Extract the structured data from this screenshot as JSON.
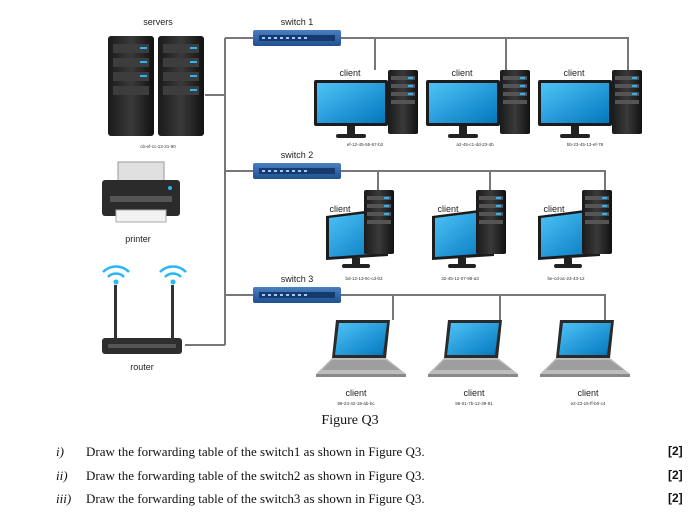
{
  "labels": {
    "servers": "servers",
    "printer": "printer",
    "router": "router",
    "switch1": "switch 1",
    "switch2": "switch 2",
    "switch3": "switch 3"
  },
  "server_mac": "cb-ef-cc-13-21-90",
  "clients_row1": [
    {
      "label": "client",
      "mac": "ef-12-45-55-67-b2"
    },
    {
      "label": "client",
      "mac": "a2-45-c1-dd-23-4b"
    },
    {
      "label": "client",
      "mac": "bb-23-45-13-ef-78"
    }
  ],
  "clients_row2": [
    {
      "label": "client",
      "mac": "bd-12-13-9c-cd-b3"
    },
    {
      "label": "client",
      "mac": "32-45-12-07-98-a3"
    },
    {
      "label": "client",
      "mac": "be-cd-ac-23-43-12"
    }
  ],
  "clients_row3": [
    {
      "label": "client",
      "mac": "99-23-42-19-ab-bc"
    },
    {
      "label": "client",
      "mac": "96-01-7b-12-39-91"
    },
    {
      "label": "client",
      "mac": "e2-23-15-ff-b0-c4"
    }
  ],
  "figure_caption": "Figure Q3",
  "questions": [
    {
      "num": "i)",
      "text": "Draw the forwarding table of the switch1 as shown in Figure Q3.",
      "marks": "[2]"
    },
    {
      "num": "ii)",
      "text": "Draw the forwarding table of the switch2 as shown in Figure Q3.",
      "marks": "[2]"
    },
    {
      "num": "iii)",
      "text": "Draw the forwarding table of the switch3 as shown in Figure Q3.",
      "marks": "[2]"
    }
  ]
}
